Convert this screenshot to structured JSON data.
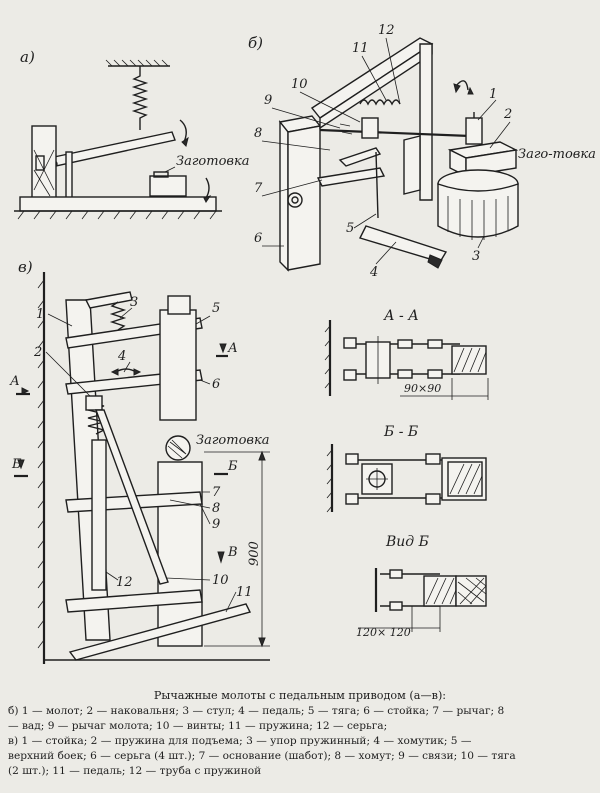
{
  "panels": {
    "a": {
      "label": "а)",
      "workpiece": "Заготовка"
    },
    "b": {
      "label": "б)",
      "workpiece": "Заго-товка",
      "numbers": [
        "1",
        "2",
        "3",
        "4",
        "5",
        "6",
        "7",
        "8",
        "9",
        "10",
        "11",
        "12"
      ]
    },
    "v": {
      "label": "в)",
      "workpiece": "Заготовка",
      "numbers": [
        "1",
        "2",
        "3",
        "4",
        "5",
        "6",
        "7",
        "8",
        "9",
        "10",
        "11",
        "12"
      ],
      "section_marks": [
        "А",
        "А",
        "Б",
        "Б",
        "В"
      ],
      "dimension": "900"
    }
  },
  "sections": {
    "aa": {
      "title": "А - А",
      "dimension": "90×90"
    },
    "bb": {
      "title": "Б - Б"
    },
    "vid": {
      "title": "Вид Б",
      "dimension": "120× 120"
    }
  },
  "caption": {
    "title": "Рычажные молоты с педальным приводом (а—в):",
    "lines": [
      "б) 1 — молот; 2 — наковальня; 3 — стул; 4 — педаль; 5 — тяга; 6 — стойка; 7 — рычаг; 8",
      "— вад; 9 — рычаг молота; 10 — винты; 11 — пружина; 12 — серьга;",
      "в) 1 — стойка; 2 — пружина для подъема; 3 — упор пружинный; 4 — хомутик; 5 —",
      "верхний боек; 6 — серьга (4 шт.); 7 — основание (шабот); 8 — хомут; 9 — связи; 10 — тяга",
      "(2 шт.); 11 — педаль; 12 — труба с пружиной"
    ]
  }
}
